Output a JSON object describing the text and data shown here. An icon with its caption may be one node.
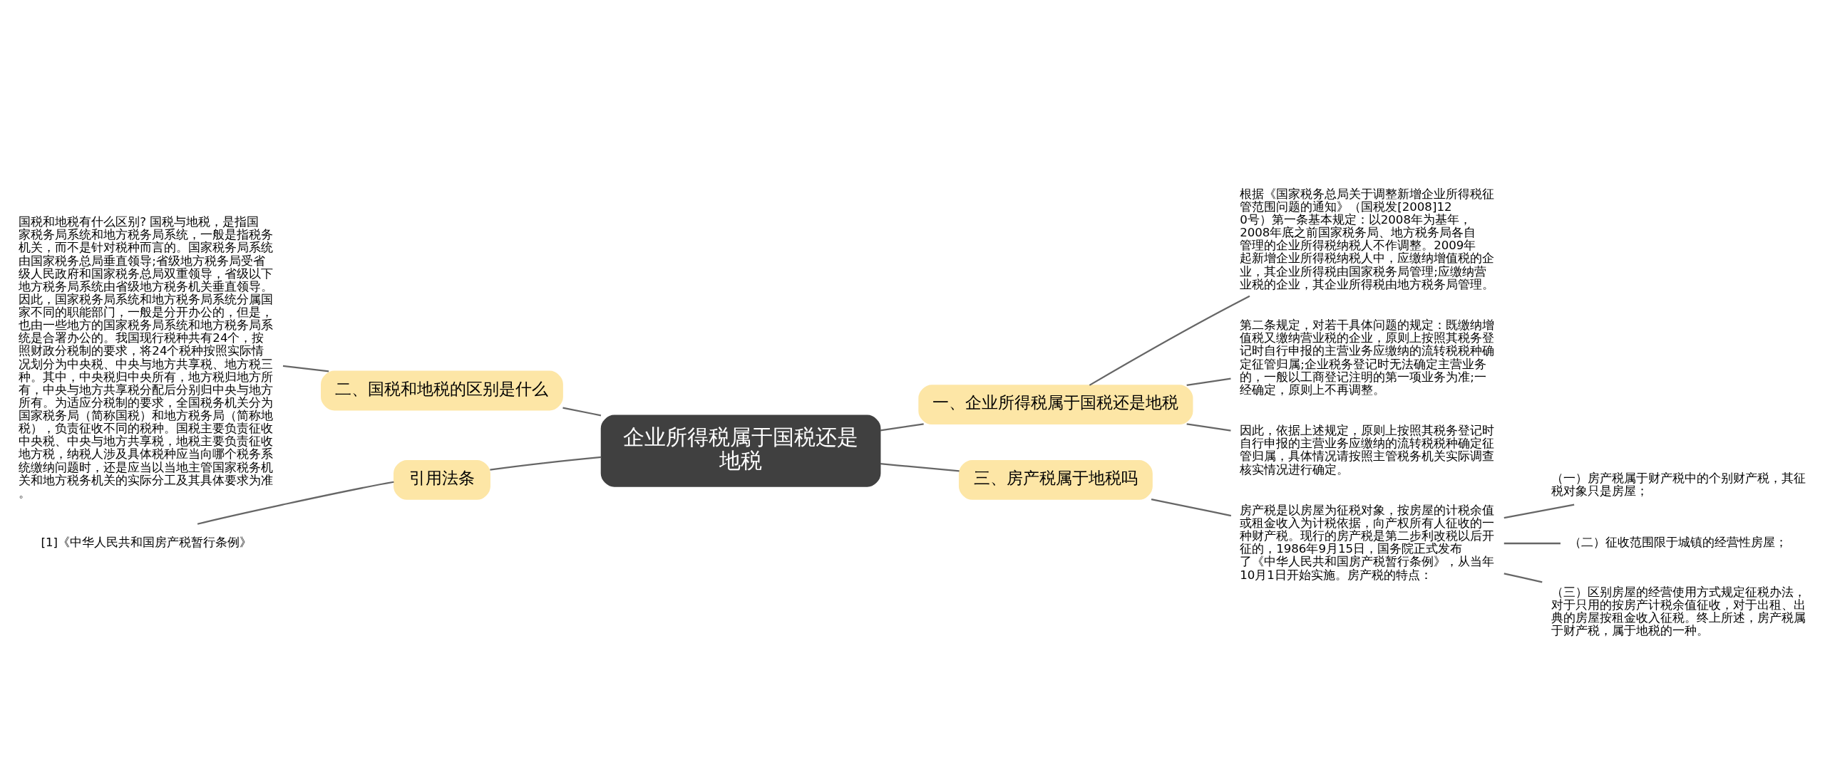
{
  "diagram": {
    "nodes": [
      {
        "text": [
          "企业所得税属于国税还是地税"
        ]
      },
      {
        "text": [
          "一、企业所得税属于国税还是地税"
        ]
      },
      {
        "text": [
          "根据《国家税务总局关于调整新增企业所得税征管范围问题的通知》（国税发[2008]120号）第一条基本规定：以2008年为基年，2008年底之前国家税务局、地方税务局各自管理的企业所得税纳税人不作调整。2009年起新增企业所得税纳税人中，应缴纳增值税的企业，其企业所得税由国家税务局管理;应缴纳营业税的企业，其企业所得税由地方税务局管理。"
        ]
      },
      {
        "text": [
          "第二条规定，对若干具体问题的规定：既缴纳增值税又缴纳营业税的企业，原则上按照其税务登记时自行申报的主营业务应缴纳的流转税税种确定征管归属;企业税务登记时无法确定主营业务的，一般以工商登记注明的第一项业务为准;一经确定，原则上不再调整。"
        ]
      },
      {
        "text": [
          "因此，依据上述规定，原则上按照其税务登记时自行申报的主营业务应缴纳的流转税税种确定征管归属，具体情况请按照主管税务机关实际调查核实情况进行确定。"
        ]
      },
      {
        "text": [
          "三、房产税属于地税吗"
        ]
      },
      {
        "text": [
          "房产税是以房屋为征税对象，按房屋的计税余值或租金收入为计税依据，向产权所有人征收的一种财产税。现行的房产税是第二步利改税以后开征的，1986年9月15日，国务院正式发布了《中华人民共和国房产税暂行条例》，从当年10月1日开始实施。房产税的特点："
        ]
      },
      {
        "text": [
          "（一）房产税属于财产税中的个别财产税，其征税对象只是房屋；"
        ]
      },
      {
        "text": [
          "（二）征收范围限于城镇的经营性房屋；"
        ]
      },
      {
        "text": [
          "（三）区别房屋的经营使用方式规定征税办法，对于只用的按房产计税余值征收，对于出租、出典的房屋按租金收入征税。终上所述，房产税属于财产税，属于地税的一种。"
        ]
      },
      {
        "text": [
          "二、国税和地税的区别是什么"
        ]
      },
      {
        "text": [
          "国税和地税有什么区别? 国税与地税，是指国家税务局系统和地方税务局系统，一般是指税务机关，而不是针对税种而言的。国家税务局系统由国家税务总局垂直领导;省级地方税务局受省级人民政府和国家税务总局双重领导，省级以下地方税务局系统由省级地方税务机关垂直领导。因此，国家税务局系统和地方税务局系统分属国家不同的职能部门，一般是分开办公的，但是，也由一些地方的国家税务局系统和地方税务局系统是合署办公的。我国现行税种共有24个，按照财政分税制的要求，将24个税种按照实际情况划分为中央税、中央与地方共享税、地方税三种。其中，中央税归中央所有，地方税归地方所有，中央与地方共享税分配后分别归中央与地方所有。为适应分税制的要求，全国税务机关分为国家税务局（简称国税）和地方税务局（简称地税），负责征收不同的税种。国税主要负责征收中央税、中央与地方共享税，地税主要负责征收地方税，纳税人涉及具体税种应当向哪个税务系统缴纳问题时，还是应当以当地主管国家税务机关和地方税务机关的实际分工及其具体要求为准。"
        ]
      },
      {
        "text": [
          "引用法条"
        ]
      },
      {
        "text": [
          "[1]《中华人民共和国房产税暂行条例》"
        ]
      }
    ],
    "edges": [
      {
        "from": 0,
        "to": 1,
        "arrow": "none"
      },
      {
        "from": 1,
        "to": 2,
        "arrow": "none"
      },
      {
        "from": 1,
        "to": 3,
        "arrow": "none"
      },
      {
        "from": 1,
        "to": 4,
        "arrow": "none"
      },
      {
        "from": 0,
        "to": 5,
        "arrow": "none"
      },
      {
        "from": 5,
        "to": 6,
        "arrow": "none"
      },
      {
        "from": 6,
        "to": 7,
        "arrow": "none"
      },
      {
        "from": 6,
        "to": 8,
        "arrow": "none"
      },
      {
        "from": 6,
        "to": 9,
        "arrow": "none"
      },
      {
        "from": 0,
        "to": 10,
        "arrow": "none"
      },
      {
        "from": 10,
        "to": 11,
        "arrow": "none"
      },
      {
        "from": 0,
        "to": 12,
        "arrow": "none"
      },
      {
        "from": 12,
        "to": 13,
        "arrow": "none"
      }
    ]
  }
}
